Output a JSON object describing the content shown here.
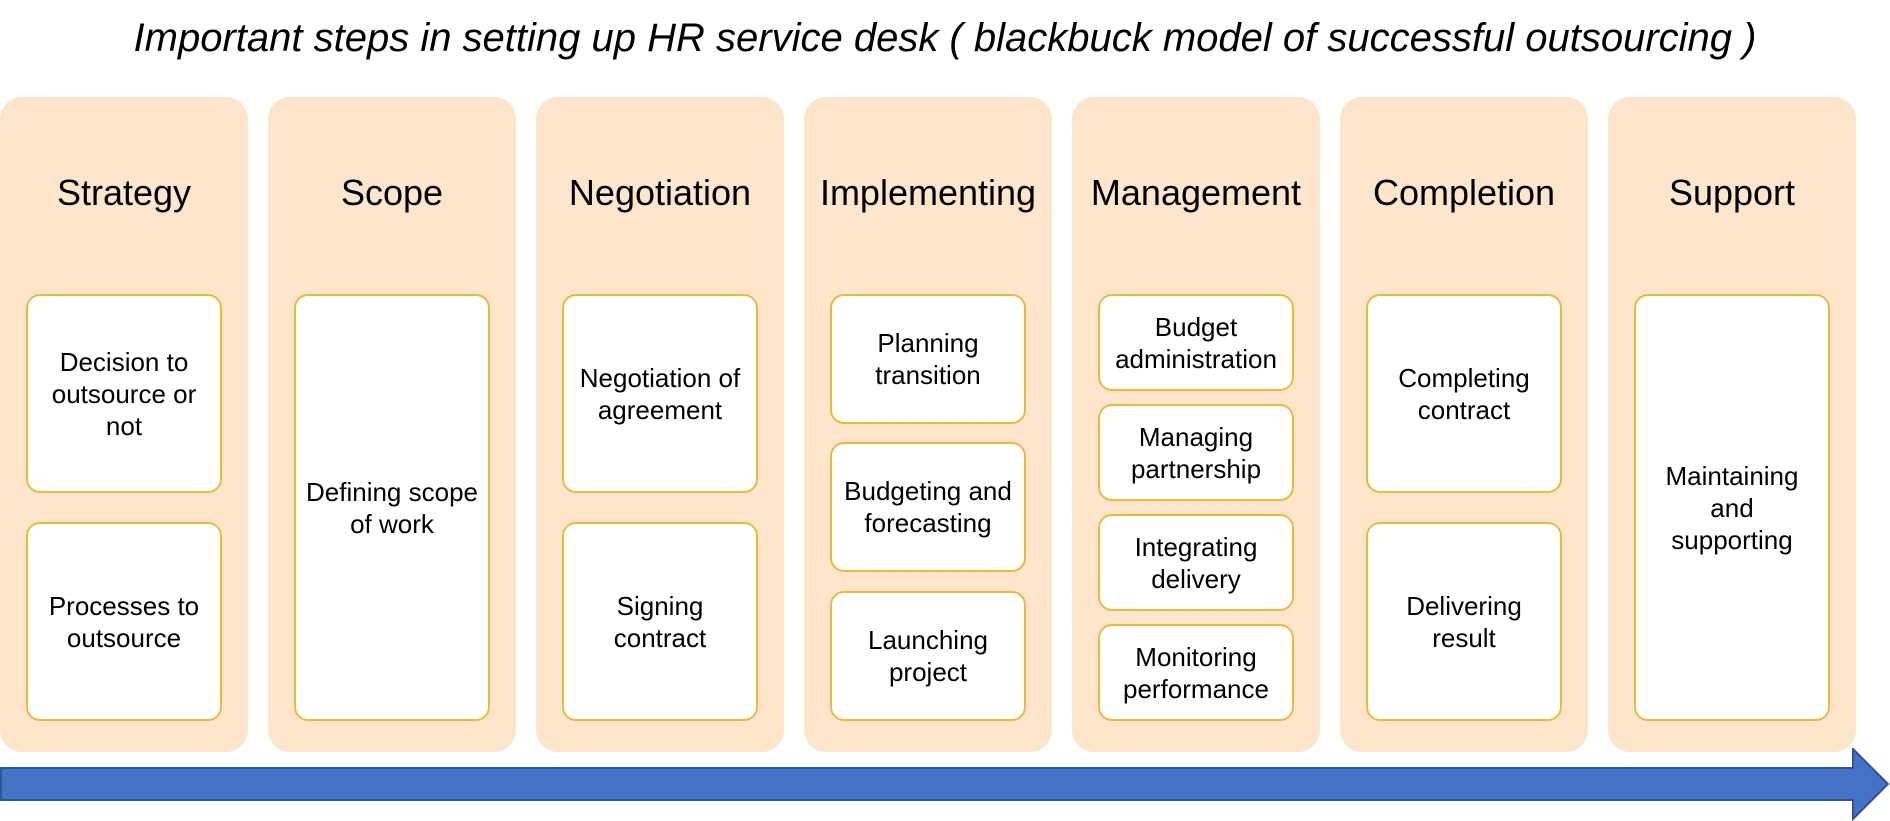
{
  "title": "Important steps in setting up HR service desk ( blackbuck model of successful outsourcing )",
  "colors": {
    "column_fill": "#fde6cc",
    "box_border": "#f0b83a",
    "arrow_fill": "#4472c4"
  },
  "columns": [
    {
      "title": "Strategy",
      "items": [
        "Decision to outsource or not",
        "Processes to outsource"
      ]
    },
    {
      "title": "Scope",
      "items": [
        "Defining scope of work"
      ]
    },
    {
      "title": "Negotiation",
      "items": [
        "Negotiation of agreement",
        "Signing contract"
      ]
    },
    {
      "title": "Implementing",
      "items": [
        "Planning transition",
        "Budgeting and forecasting",
        "Launching project"
      ]
    },
    {
      "title": "Management",
      "items": [
        "Budget administration",
        "Managing partnership",
        "Integrating delivery",
        "Monitoring performance"
      ]
    },
    {
      "title": "Completion",
      "items": [
        "Completing contract",
        "Delivering result"
      ]
    },
    {
      "title": "Support",
      "items": [
        "Maintaining and supporting"
      ]
    }
  ]
}
